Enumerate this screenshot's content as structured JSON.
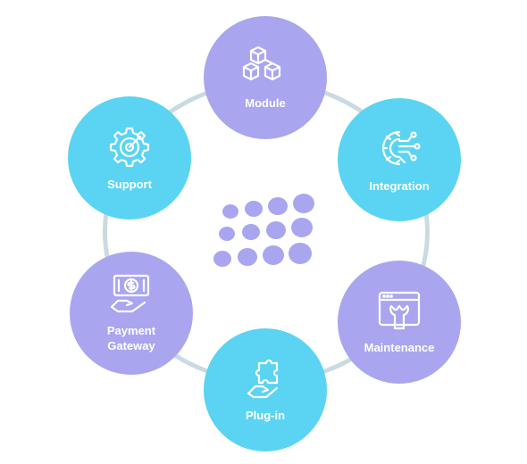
{
  "colors": {
    "purple": "#a9a6ef",
    "cyan": "#5ad4f2",
    "ring": "#c9dbe0",
    "dots": "#a9a6ef"
  },
  "nodes": [
    {
      "id": "module",
      "label": "Module",
      "icon": "cubes-icon",
      "color": "purple"
    },
    {
      "id": "integration",
      "label": "Integration",
      "icon": "gear-circuit-icon",
      "color": "cyan"
    },
    {
      "id": "maintenance",
      "label": "Maintenance",
      "icon": "browser-wrench-icon",
      "color": "purple"
    },
    {
      "id": "plugin",
      "label": "Plug-in",
      "icon": "puzzle-hand-icon",
      "color": "cyan"
    },
    {
      "id": "payment",
      "label": "Payment\nGateway",
      "icon": "money-hand-icon",
      "color": "purple"
    },
    {
      "id": "support",
      "label": "Support",
      "icon": "gear-target-icon",
      "color": "cyan"
    }
  ],
  "center": {
    "icon": "dot-grid-logo-icon"
  }
}
